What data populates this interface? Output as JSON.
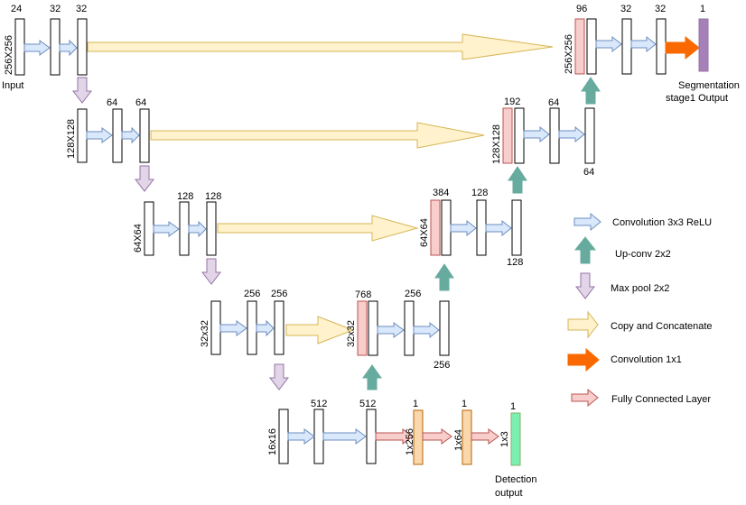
{
  "input_label": "Input",
  "output_label_seg_1": "Segmentation",
  "output_label_seg_2": "stage1 Output",
  "output_label_det_1": "Detection",
  "output_label_det_2": "output",
  "dims": {
    "d256": "256X256",
    "d128": "128X128",
    "d64": "64X64",
    "d32": "32x32",
    "d16": "16x16",
    "d1x256": "1x256",
    "d1x64": "1x64",
    "d1x3": "1x3"
  },
  "channels": {
    "c24": "24",
    "c32": "32",
    "c64": "64",
    "c128": "128",
    "c256": "256",
    "c512": "512",
    "c96": "96",
    "c192": "192",
    "c384": "384",
    "c768": "768",
    "c1": "1"
  },
  "legend": {
    "conv": "Convolution 3x3 ReLU",
    "upconv": "Up-conv 2x2",
    "maxpool": "Max pool 2x2",
    "copy": "Copy and Concatenate",
    "conv1x1": "Convolution 1x1",
    "fc": "Fully Connected Layer"
  },
  "colors": {
    "conv_fill": "#dae8fc",
    "conv_stroke": "#6c8ebf",
    "upconv_fill": "#67ab9f",
    "maxpool_fill": "#e1d5e7",
    "maxpool_stroke": "#9673a6",
    "copy_fill": "#fff2cc",
    "copy_stroke": "#d6b656",
    "conv1x1_fill": "#fa6800",
    "fc_fill": "#f8cecc",
    "concat_fill": "#f8cecc",
    "concat_stroke": "#b85450",
    "dense_fill": "#fad7ac",
    "dense_stroke": "#b46504",
    "seg_out_fill": "#a680b8",
    "det_out_fill": "#7befb2"
  }
}
